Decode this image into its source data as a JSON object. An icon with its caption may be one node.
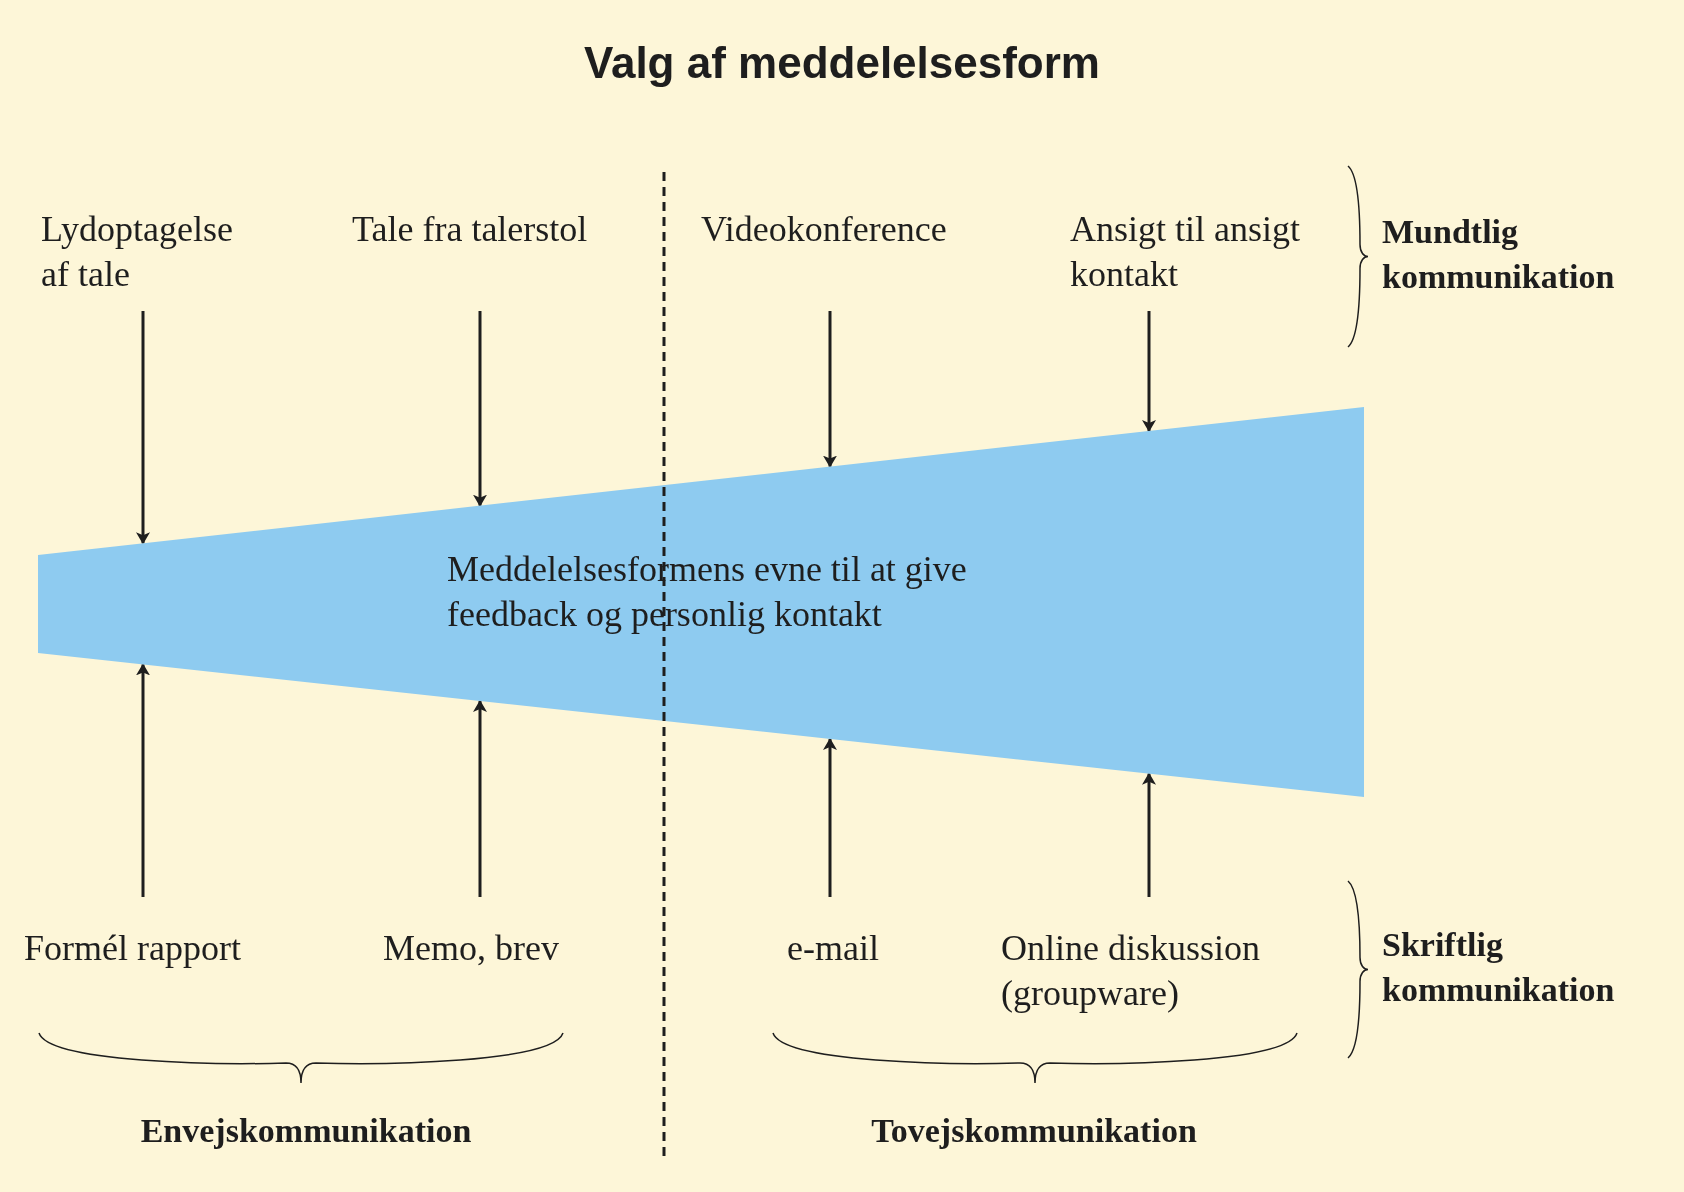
{
  "diagram": {
    "title": "Valg af meddelelsesform",
    "nodes": [
      {
        "text": [
          "Lydoptagelse af tale"
        ]
      },
      {
        "text": [
          "Tale fra talerstol"
        ]
      },
      {
        "text": [
          "Videokonference"
        ]
      },
      {
        "text": [
          "Ansigt til ansigt kontakt"
        ]
      },
      {
        "text": [
          "Meddelelsesformens evne til at give feedback og personlig kontakt"
        ]
      },
      {
        "text": [
          "Formél rapport"
        ]
      },
      {
        "text": [
          "Memo, brev"
        ]
      },
      {
        "text": [
          "e-mail"
        ]
      },
      {
        "text": [
          "Online diskussion (groupware)"
        ]
      }
    ],
    "edges": [
      {
        "from": 0,
        "to": 4,
        "arrow": "to"
      },
      {
        "from": 1,
        "to": 4,
        "arrow": "to"
      },
      {
        "from": 2,
        "to": 4,
        "arrow": "to"
      },
      {
        "from": 3,
        "to": 4,
        "arrow": "to"
      },
      {
        "from": 5,
        "to": 4,
        "arrow": "to"
      },
      {
        "from": 6,
        "to": 4,
        "arrow": "to"
      },
      {
        "from": 7,
        "to": 4,
        "arrow": "to"
      },
      {
        "from": 8,
        "to": 4,
        "arrow": "to"
      }
    ],
    "labels": [
      "Mundtlig kommunikation",
      "Skriftlig kommunikation",
      "Envejskommunikation",
      "Tovejskommunikation"
    ]
  }
}
